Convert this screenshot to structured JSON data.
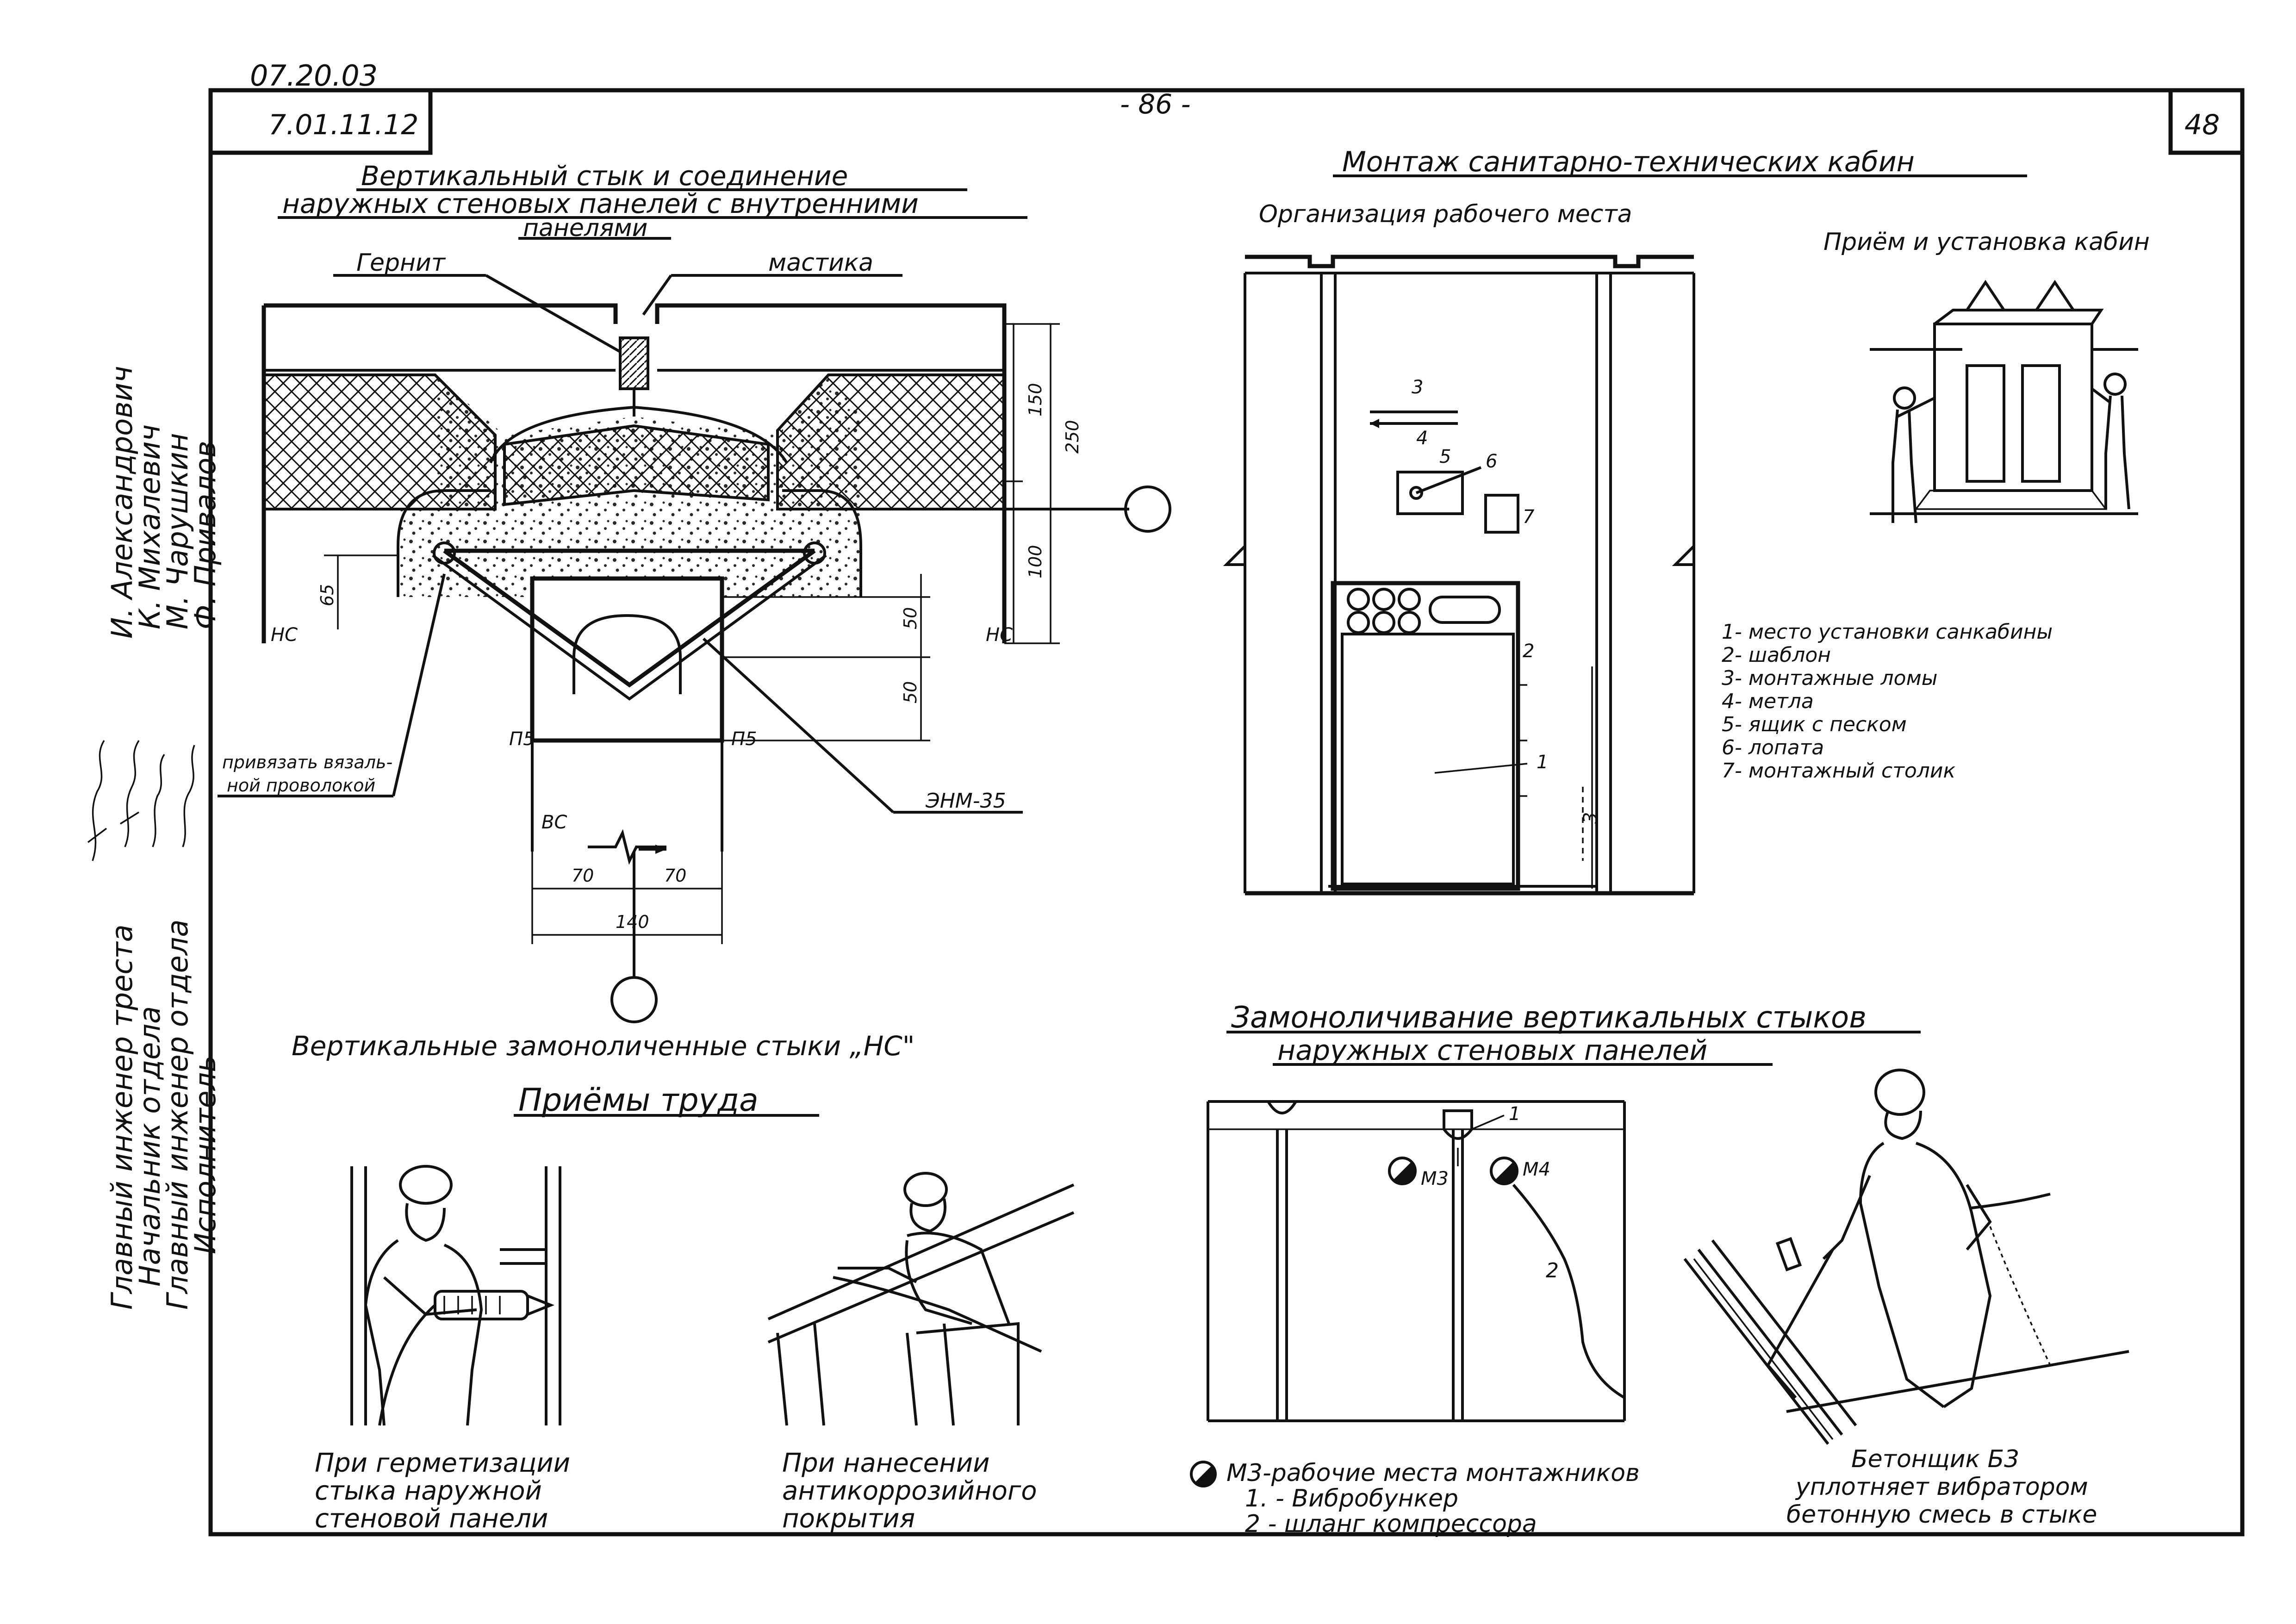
{
  "header": {
    "doc_code": "07.20.03",
    "sheet_code": "7.01.11.12",
    "page_marker": "- 86 -",
    "sheet_number": "48"
  },
  "signatures": {
    "roles": [
      "Главный инженер треста",
      "Начальник отдела",
      "Главный инженер отдела",
      "Исполнитель"
    ],
    "names": [
      "И. Александрович",
      "К. Михалевич",
      "М. Чарушкин",
      "Ф. Привалов"
    ]
  },
  "joint_section": {
    "title_line1": "Вертикальный стык и соединение",
    "title_line2": "наружных стеновых панелей с внутренними",
    "title_line3": "панелями",
    "label_gernit": "Гернит",
    "label_mastic": "мастика",
    "label_tie": "привязать вязальной проволокой",
    "label_tie_l1": "привязать вязаль-",
    "label_tie_l2": "ной проволокой",
    "label_bracket": "ЭНМ-35",
    "label_nc_left": "НС",
    "label_nc_right": "НС",
    "label_vc": "ВС",
    "label_p5_left": "П5",
    "label_p5_right": "П5",
    "dim_150": "150",
    "dim_250": "250",
    "dim_100": "100",
    "dim_65": "65",
    "dim_50a": "50",
    "dim_50b": "50",
    "dim_70a": "70",
    "dim_70b": "70",
    "dim_140": "140",
    "caption": "Вертикальные замоноличенные стыки „НС\""
  },
  "labor": {
    "title": "Приёмы труда",
    "caption_left_l1": "При герметизации",
    "caption_left_l2": "стыка наружной",
    "caption_left_l3": "стеновой панели",
    "caption_right_l1": "При нанесении",
    "caption_right_l2": "антикоррозийного",
    "caption_right_l3": "покрытия"
  },
  "cabins": {
    "title": "Монтаж санитарно-технических кабин",
    "workplace_title": "Организация рабочего места",
    "install_title": "Приём и установка кабин",
    "legend": [
      "1- место установки санкабины",
      "2- шаблон",
      "3- монтажные ломы",
      "4- метла",
      "5- ящик с песком",
      "6- лопата",
      "7- монтажный столик"
    ],
    "num_labels": [
      "1",
      "2",
      "3",
      "3",
      "4",
      "5",
      "6",
      "7"
    ]
  },
  "concreting": {
    "title_line1": "Замоноличивание вертикальных стыков",
    "title_line2": "наружных стеновых панелей",
    "m3": "М3",
    "m4": "М4",
    "n1": "1",
    "n2": "2",
    "legend_l1": "М3-рабочие места монтажников",
    "legend_l2": "1. - Вибробункер",
    "legend_l3": "2 - шланг компрессора",
    "worker_caption_l1": "Бетонщик Б3",
    "worker_caption_l2": "уплотняет вибратором",
    "worker_caption_l3": "бетонную смесь в стыке"
  },
  "colors": {
    "ink": "#111111",
    "paper": "#ffffff"
  }
}
